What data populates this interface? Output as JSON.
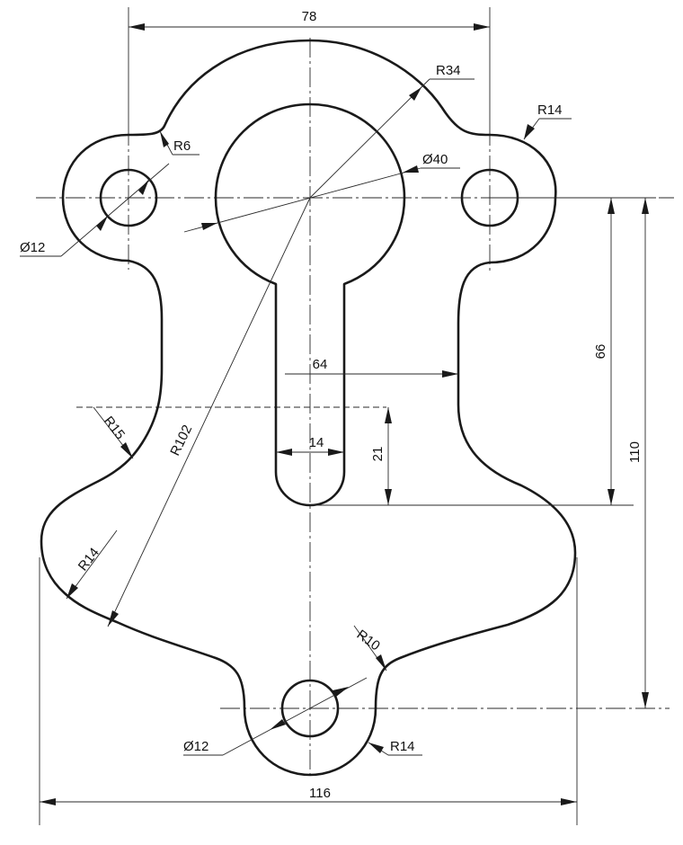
{
  "drawing": {
    "dimensions": {
      "top_width": "78",
      "arc_radius": "R34",
      "right_lobe_radius": "R14",
      "notch_radius": "R6",
      "center_hole_diameter": "Ø40",
      "left_hole_diameter": "Ø12",
      "slot_offset": "64",
      "slot_width": "14",
      "slot_depth": "21",
      "height_66": "66",
      "height_110": "110",
      "waist_radius": "R15",
      "large_radius": "R102",
      "lower_left_radius": "R14",
      "bottom_fillet_radius": "R10",
      "bottom_hole_diameter": "Ø12",
      "bottom_lobe_radius": "R14",
      "overall_width": "116"
    }
  }
}
